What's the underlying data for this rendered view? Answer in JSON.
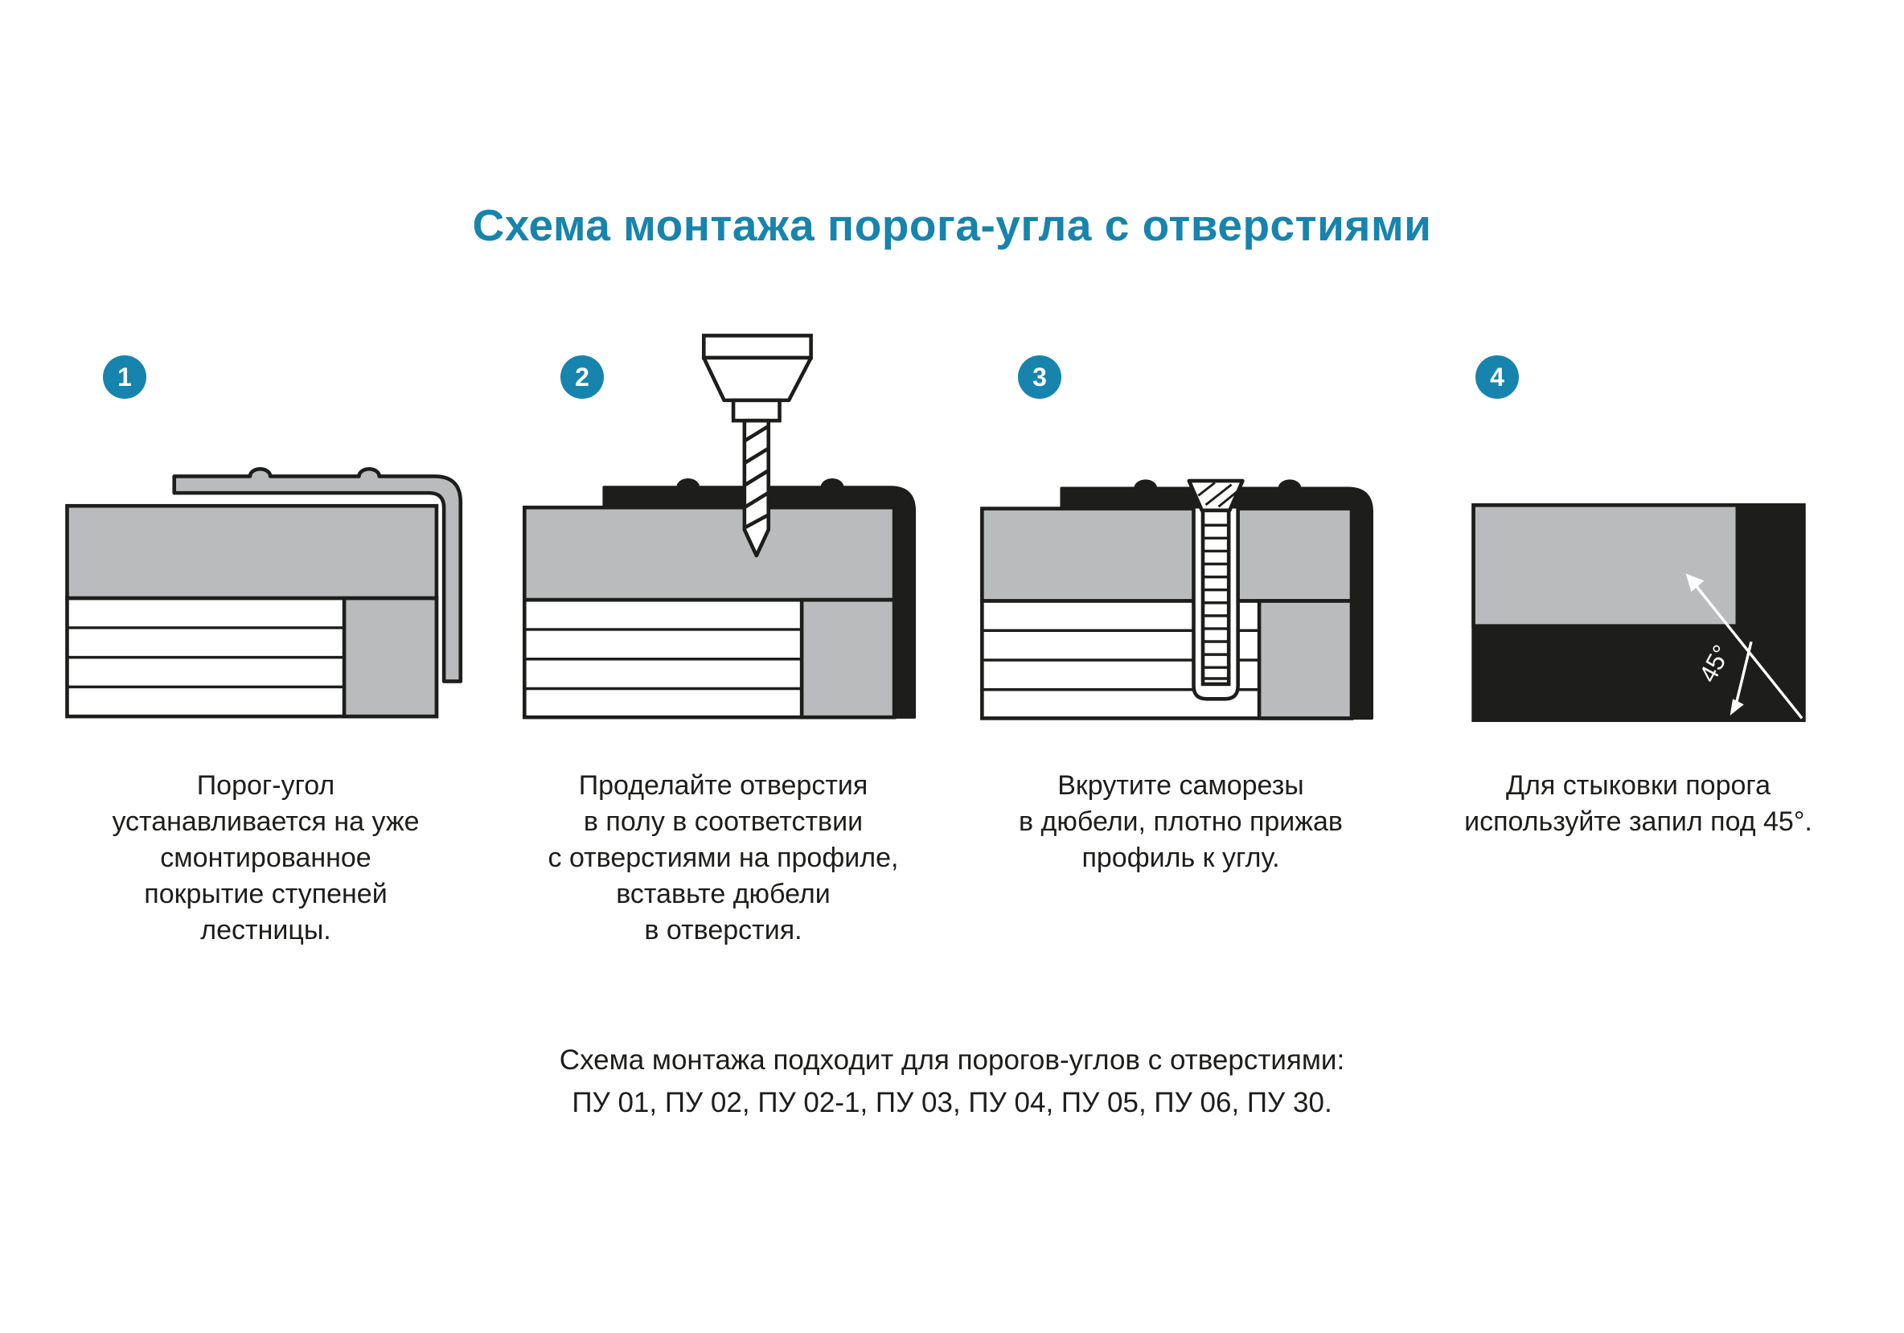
{
  "title": "Схема монтажа порога-угла с отверстиями",
  "colors": {
    "accent": "#1784ad",
    "dark": "#1d1d1b",
    "profile_gray": "#b9bbbd"
  },
  "steps": [
    {
      "number": "1",
      "illustration": "corner-profile-placed-on-stair-step",
      "caption": "Порог-угол\nустанавливается на уже\nсмонтированное\nпокрытие ступеней\nлестницы."
    },
    {
      "number": "2",
      "illustration": "drill-making-holes-through-profile",
      "caption": "Проделайте отверстия\nв полу в соответствии\nс отверстиями на профиле,\nвставьте дюбели\nв отверстия."
    },
    {
      "number": "3",
      "illustration": "screw-driven-into-dowel",
      "caption": "Вкрутите саморезы\nв дюбели, плотно прижав\nпрофиль к углу."
    },
    {
      "number": "4",
      "illustration": "miter-joint-45-degrees",
      "angle_label": "45°",
      "caption": "Для стыковки порога\nиспользуйте запил под 45°."
    }
  ],
  "footer": {
    "line1": "Схема монтажа подходит для порогов-углов с отверстиями:",
    "line2": "ПУ 01, ПУ 02, ПУ 02-1, ПУ 03, ПУ 04, ПУ 05, ПУ 06, ПУ 30."
  }
}
